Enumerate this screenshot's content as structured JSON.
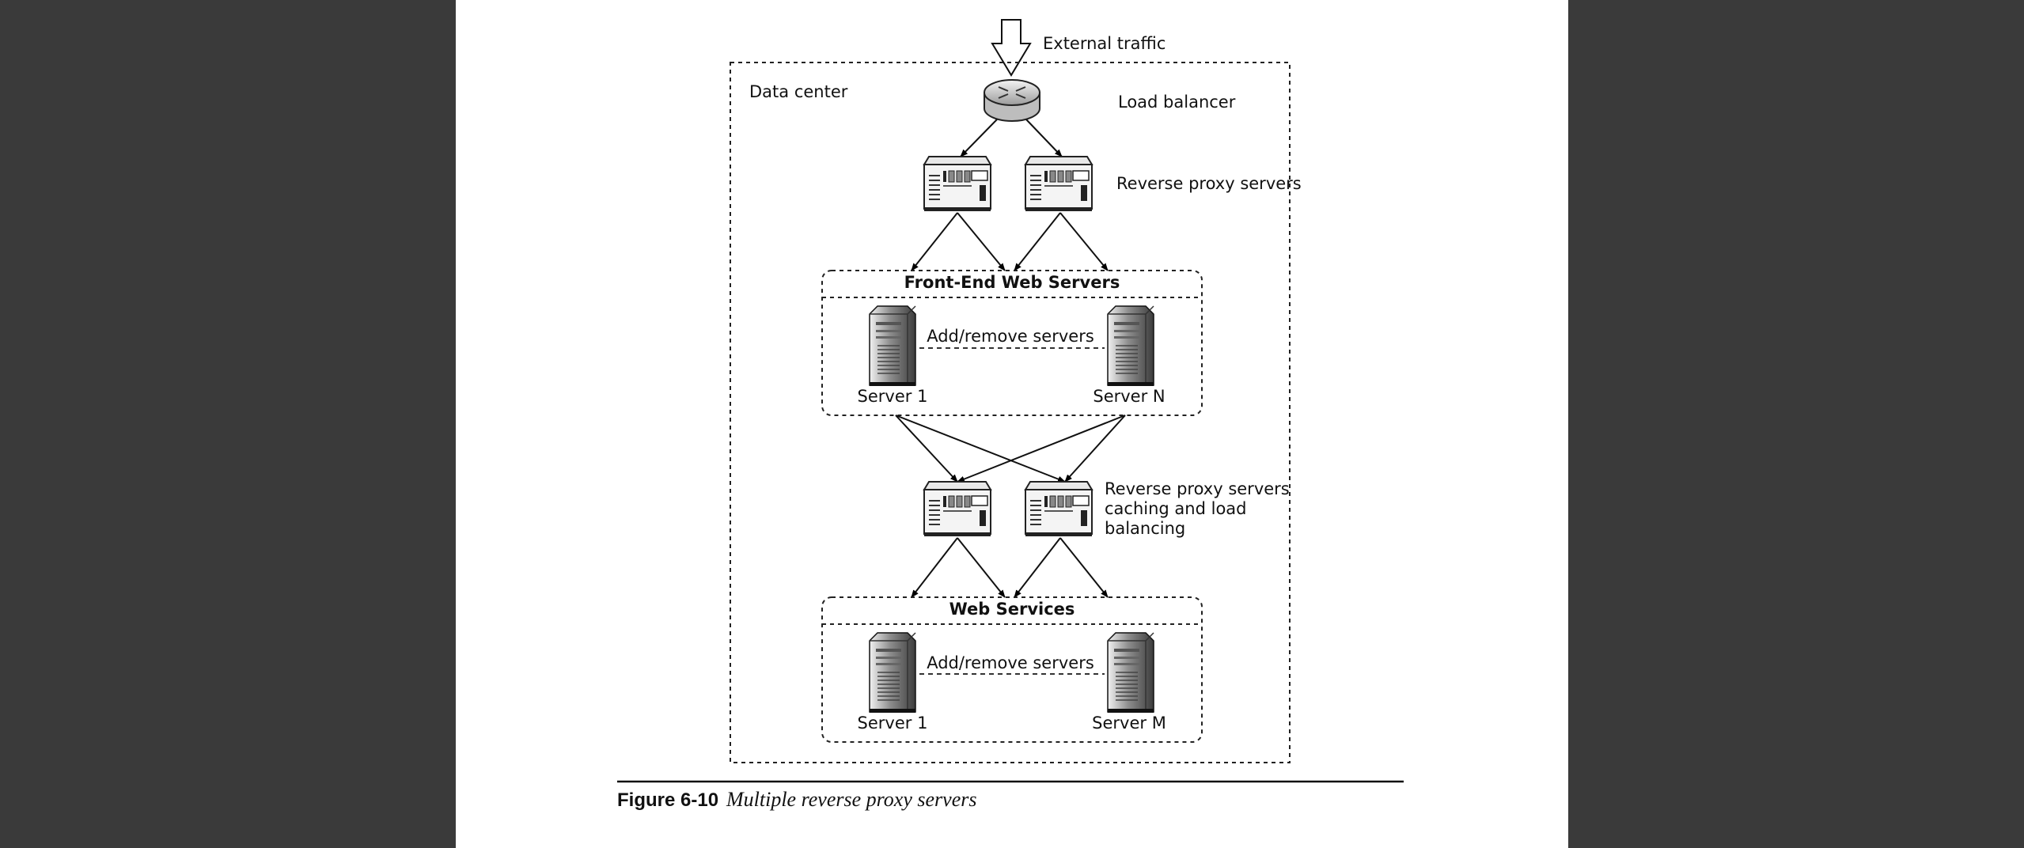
{
  "diagram": {
    "external_traffic": "External traffic",
    "data_center": "Data center",
    "load_balancer": "Load balancer",
    "reverse_proxy_servers": "Reverse proxy servers",
    "front_end": {
      "title": "Front-End Web Servers",
      "add_remove": "Add/remove servers",
      "server_first": "Server 1",
      "server_last": "Server N"
    },
    "reverse_proxy_caching": [
      "Reverse proxy servers",
      "caching and load",
      "balancing"
    ],
    "web_services": {
      "title": "Web Services",
      "add_remove": "Add/remove servers",
      "server_first": "Server 1",
      "server_last": "Server M"
    }
  },
  "caption": {
    "number": "Figure 6-10",
    "text": "Multiple reverse proxy servers"
  },
  "icons": [
    "down-arrow-icon",
    "router-icon",
    "proxy-server-icon",
    "tower-server-icon"
  ]
}
